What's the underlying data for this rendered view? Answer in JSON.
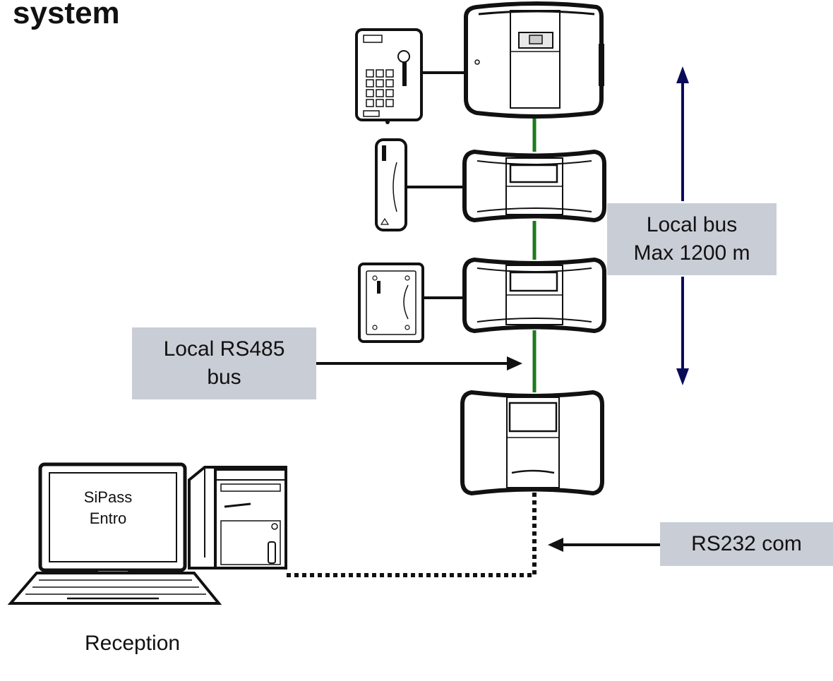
{
  "heading": "system",
  "labels": {
    "local_bus_line1": "Local bus",
    "local_bus_line2": "Max 1200 m",
    "rs485_line1": "Local RS485",
    "rs485_line2": "bus",
    "rs232": "RS232 com",
    "screen_line1": "SiPass",
    "screen_line2": "Entro",
    "reception": "Reception"
  },
  "colors": {
    "bus_line": "#1e7a1e",
    "range_arrow": "#0b0b5a",
    "label_box": "#c9cdd6",
    "device_outline": "#111111"
  }
}
